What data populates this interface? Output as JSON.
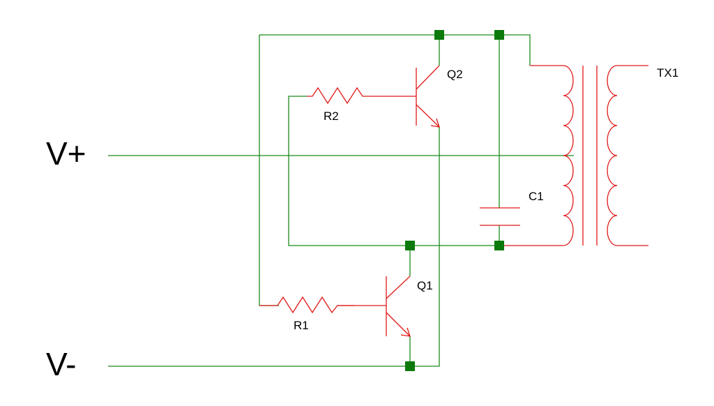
{
  "labels": {
    "v_plus": "V+",
    "v_minus": "V-",
    "q1": "Q1",
    "q2": "Q2",
    "r1": "R1",
    "r2": "R2",
    "c1": "C1",
    "tx1": "TX1"
  },
  "colors": {
    "wire": "#1a8a1a",
    "component": "#e01818",
    "junction": "#0b7a0b",
    "text": "#000000"
  }
}
